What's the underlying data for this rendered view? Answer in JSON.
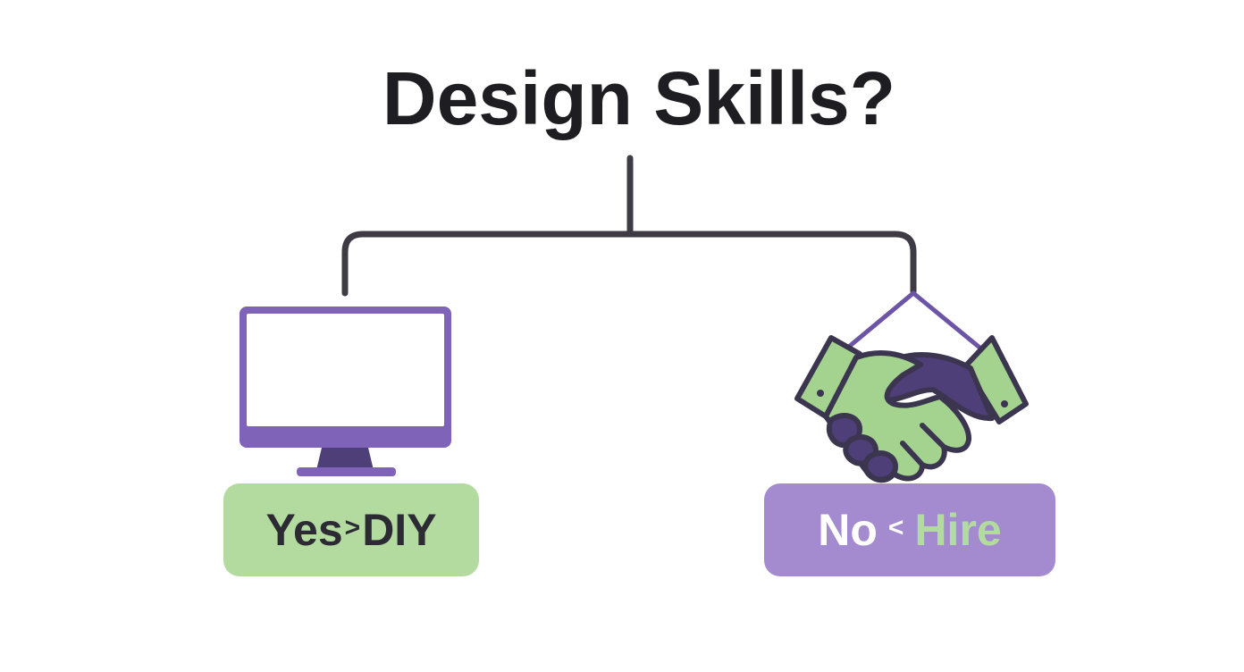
{
  "diagram": {
    "title": "Design Skills?",
    "options": [
      {
        "answer": "Yes",
        "separator": ">",
        "result": "DIY",
        "icon": "monitor-icon",
        "pill_color": "#b3dba0",
        "answer_color": "#2c2b33",
        "result_color": "#2c2b33"
      },
      {
        "answer": "No",
        "separator": "<",
        "result": "Hire",
        "icon": "handshake-icon",
        "pill_color": "#a48bd0",
        "answer_color": "#ffffff",
        "result_color": "#b3dba0"
      }
    ],
    "colors": {
      "connector": "#3e3b45",
      "purple": "#7f63b8",
      "green": "#a3d38f",
      "dark_purple": "#4f3f78",
      "outline": "#3b3550"
    }
  }
}
